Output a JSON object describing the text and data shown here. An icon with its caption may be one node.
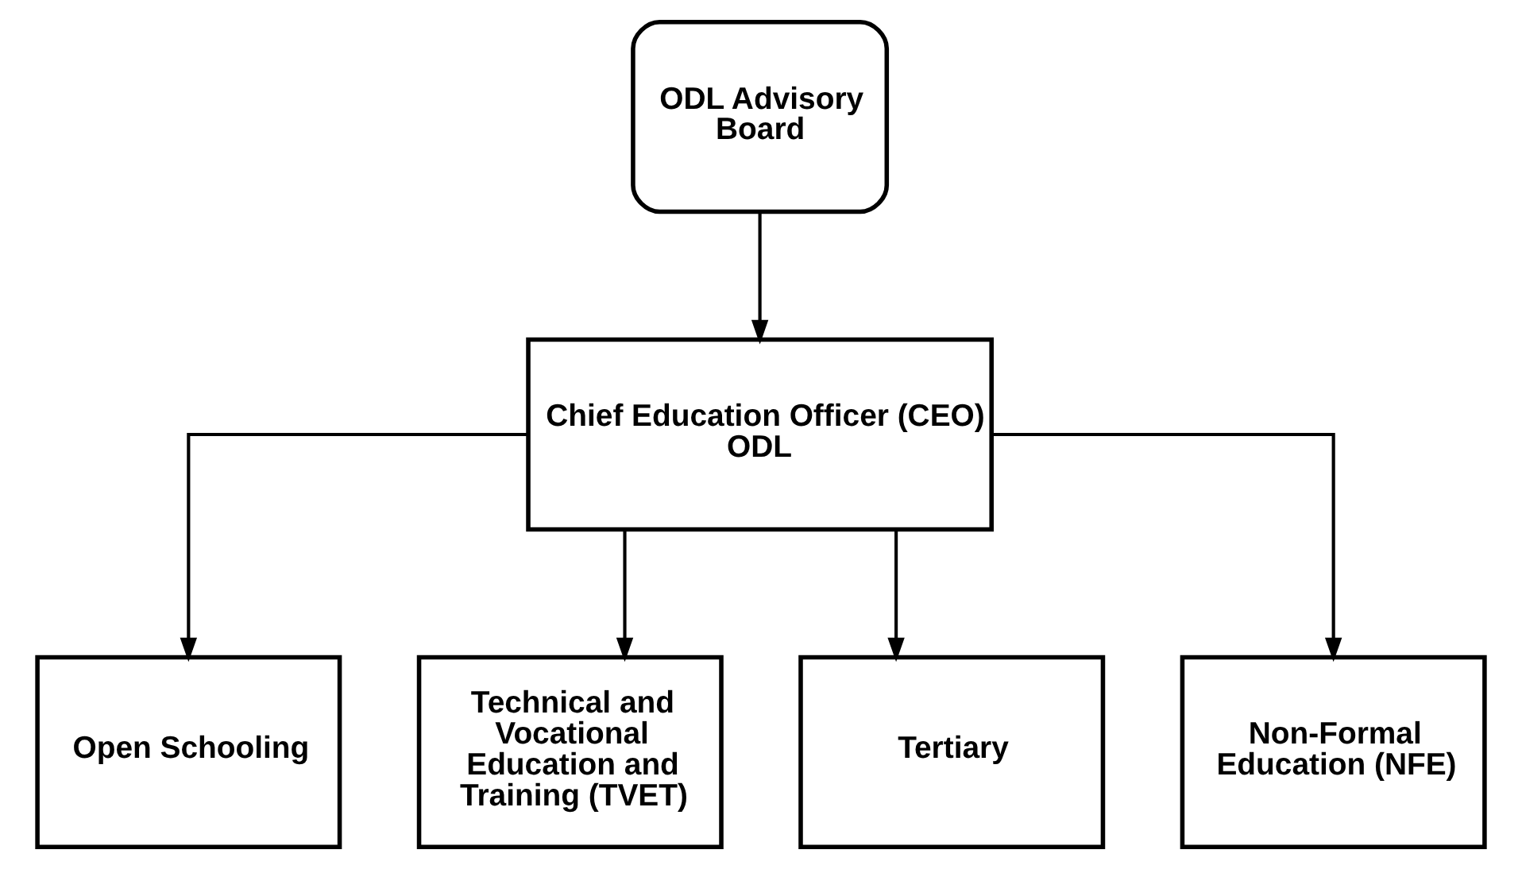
{
  "diagram": {
    "nodes": [
      {
        "text": [
          "ODL Advisory Board"
        ]
      },
      {
        "text": [
          "Chief Education Officer (CEO) ODL"
        ]
      },
      {
        "text": [
          "Open Schooling"
        ]
      },
      {
        "text": [
          "Technical and Vocational Education and Training (TVET)"
        ]
      },
      {
        "text": [
          "Tertiary"
        ]
      },
      {
        "text": [
          "Non-Formal Education (NFE)"
        ]
      }
    ],
    "edges": [
      {
        "from": 0,
        "to": 1,
        "arrow": "to"
      },
      {
        "from": 1,
        "to": 2,
        "arrow": "to"
      },
      {
        "from": 1,
        "to": 3,
        "arrow": "to"
      },
      {
        "from": 1,
        "to": 4,
        "arrow": "to"
      },
      {
        "from": 1,
        "to": 5,
        "arrow": "to"
      }
    ]
  }
}
